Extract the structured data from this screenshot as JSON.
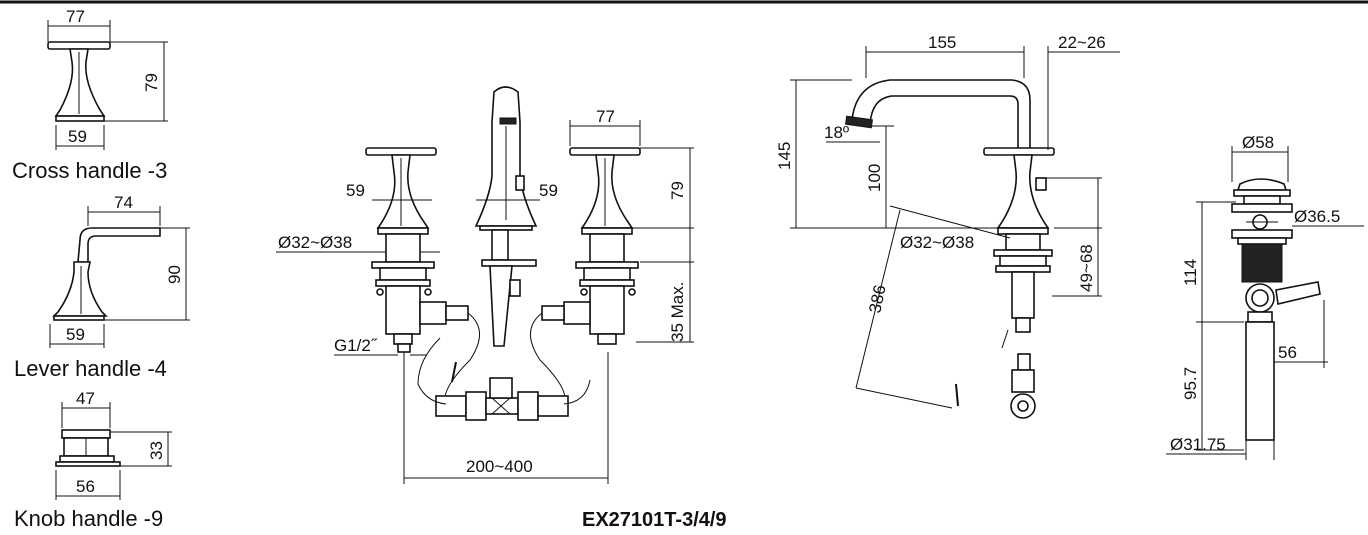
{
  "diagram": {
    "model_number": "EX27101T-3/4/9",
    "captions": {
      "cross": "Cross handle -3",
      "lever": "Lever handle -4",
      "knob": "Knob handle -9"
    },
    "dims": {
      "cross_top": "77",
      "cross_height": "79",
      "cross_base": "59",
      "lever_top": "74",
      "lever_height": "90",
      "lever_base": "59",
      "knob_top": "47",
      "knob_height": "33",
      "knob_base": "56",
      "front_handle_width": "77",
      "front_handle_height": "79",
      "front_base_left": "59",
      "front_base_spout": "59",
      "front_hole": "Ø32~Ø38",
      "front_max": "35 Max.",
      "front_thread": "G1/2˝",
      "front_spread": "200~400",
      "side_reach": "155",
      "side_offset": "22~26",
      "side_angle": "18º",
      "side_height": "145",
      "side_outlet": "100",
      "side_hole": "Ø32~Ø38",
      "side_deck": "49~68",
      "side_hose": "386",
      "drain_cap": "Ø58",
      "drain_flange": "Ø36.5",
      "drain_upper": "114",
      "drain_lower": "95.7",
      "drain_rod": "56",
      "drain_tail": "Ø31.75"
    }
  }
}
